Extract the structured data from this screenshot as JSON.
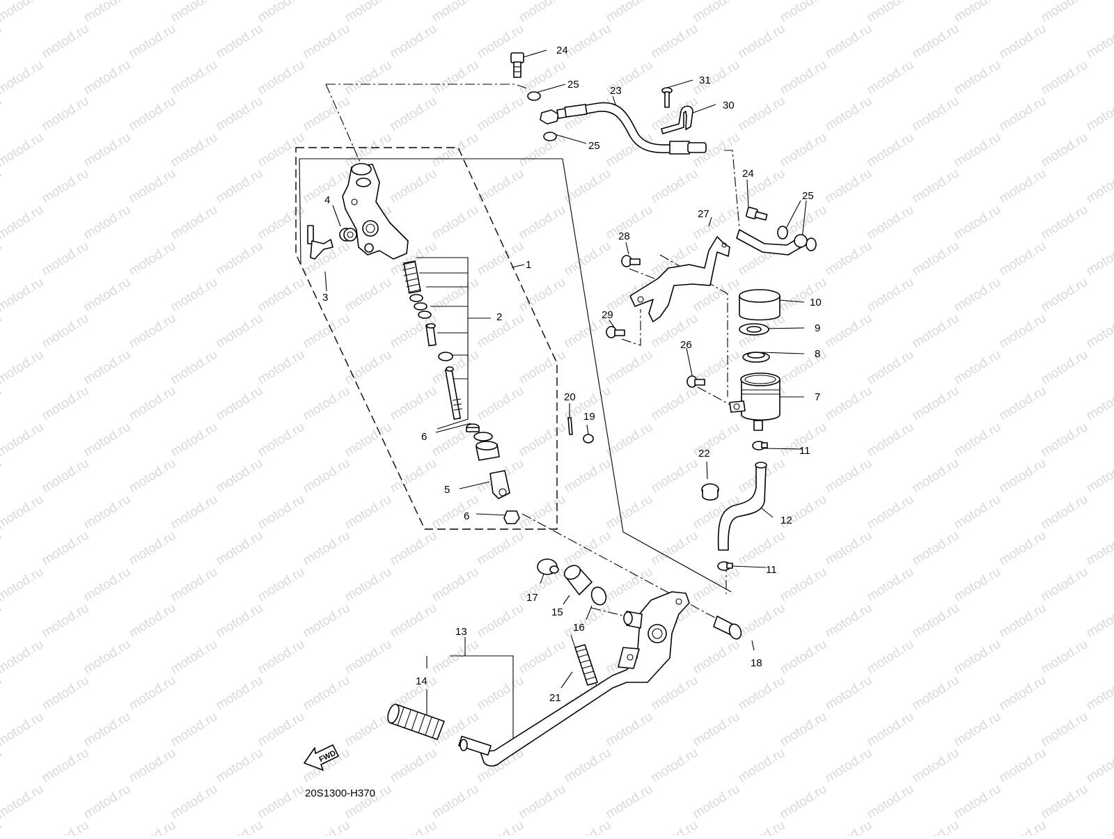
{
  "watermark": "motod.ru",
  "diagram_code": "20S1300-H370",
  "fwd_label": "FWD",
  "callouts": {
    "c1": "1",
    "c2": "2",
    "c3": "3",
    "c4": "4",
    "c5": "5",
    "c6a": "6",
    "c6b": "6",
    "c7": "7",
    "c8": "8",
    "c9": "9",
    "c10": "10",
    "c11a": "11",
    "c11b": "11",
    "c12": "12",
    "c13": "13",
    "c14": "14",
    "c15": "15",
    "c16": "16",
    "c17": "17",
    "c18": "18",
    "c19": "19",
    "c20": "20",
    "c21": "21",
    "c22": "22",
    "c23": "23",
    "c24a": "24",
    "c24b": "24",
    "c25a": "25",
    "c25b": "25",
    "c25c": "25",
    "c26": "26",
    "c27": "27",
    "c28": "28",
    "c29": "29",
    "c30": "30",
    "c31": "31"
  }
}
